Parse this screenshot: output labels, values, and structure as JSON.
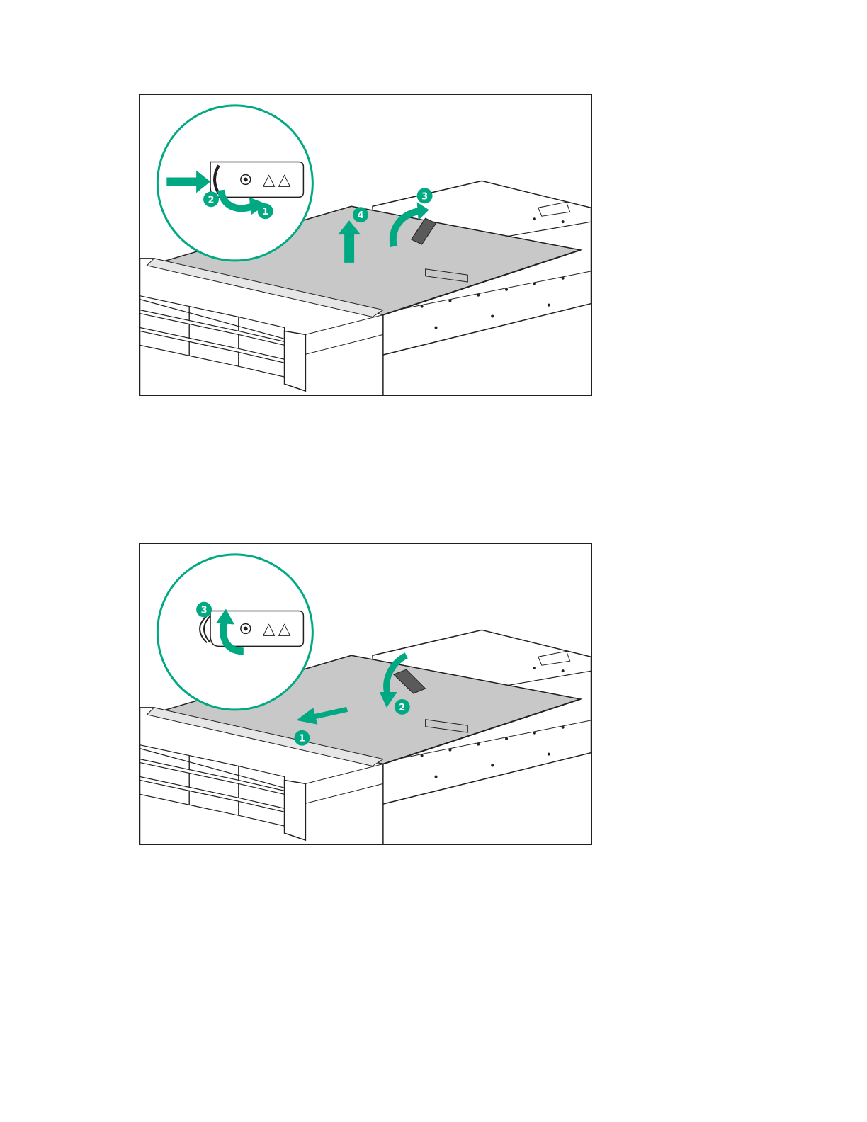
{
  "colors": {
    "accent": "#01a982",
    "cover": "#c8c8c8",
    "line": "#231f20"
  },
  "figures": [
    {
      "id": "remove-access-panel",
      "callouts": [
        "1",
        "2",
        "3",
        "4"
      ]
    },
    {
      "id": "install-access-panel",
      "callouts": [
        "1",
        "2",
        "3"
      ]
    }
  ]
}
